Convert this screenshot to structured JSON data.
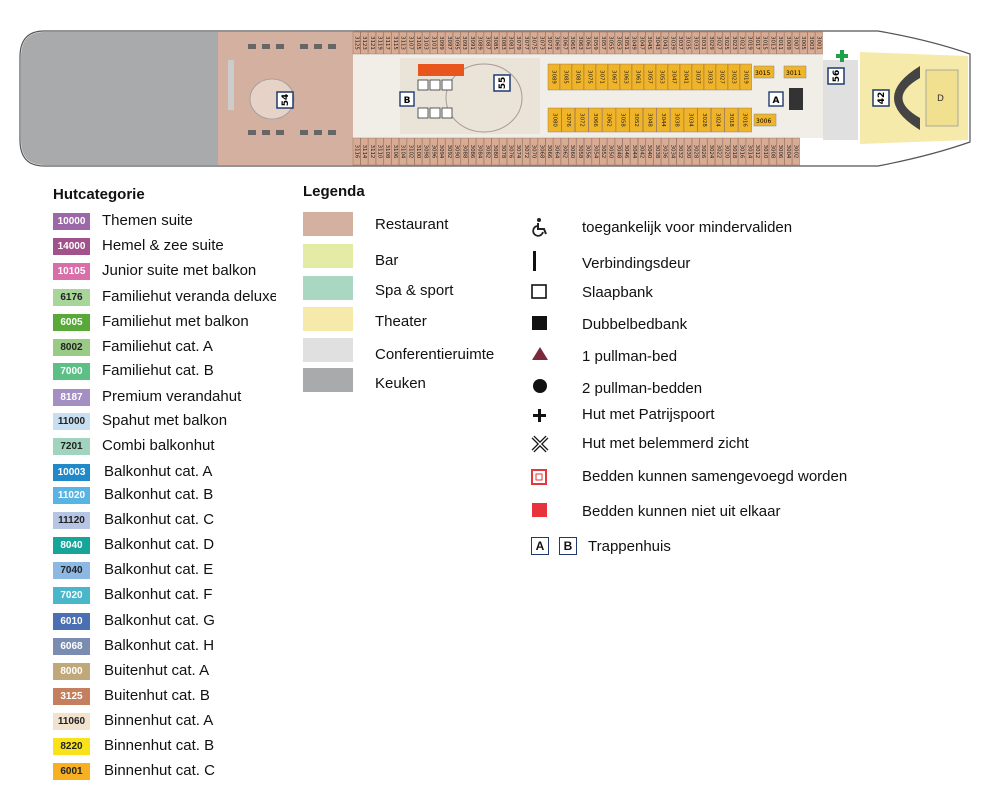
{
  "deck_plan": {
    "cabin_numbers_top": [
      "3125",
      "3123",
      "3121",
      "3119",
      "3117",
      "3115",
      "3113",
      "3107",
      "3105",
      "3103",
      "3101",
      "3099",
      "3097",
      "3095",
      "3093",
      "3091",
      "3089",
      "3087",
      "3085",
      "3083",
      "3081",
      "3079",
      "3077",
      "3075",
      "3073",
      "3071",
      "3069",
      "3067",
      "3065",
      "3063",
      "3061",
      "3059",
      "3057",
      "3055",
      "3053",
      "3051",
      "3049",
      "3047",
      "3045",
      "3043",
      "3041",
      "3039",
      "3037",
      "3035",
      "3033",
      "3031",
      "3029",
      "3027",
      "3025",
      "3023",
      "3021",
      "3019",
      "3017",
      "3015",
      "3013",
      "3011",
      "3009",
      "3007",
      "3005",
      "3003",
      "3001"
    ],
    "cabin_numbers_bottom": [
      "3116",
      "3114",
      "3112",
      "3110",
      "3108",
      "3106",
      "3104",
      "3102",
      "3100",
      "3098",
      "3096",
      "3094",
      "3092",
      "3090",
      "3088",
      "3086",
      "3084",
      "3082",
      "3080",
      "3078",
      "3076",
      "3074",
      "3072",
      "3070",
      "3068",
      "3066",
      "3064",
      "3062",
      "3060",
      "3058",
      "3056",
      "3054",
      "3052",
      "3050",
      "3048",
      "3046",
      "3044",
      "3042",
      "3040",
      "3038",
      "3036",
      "3034",
      "3032",
      "3030",
      "3028",
      "3026",
      "3024",
      "3022",
      "3020",
      "3018",
      "3016",
      "3014",
      "3012",
      "3010",
      "3008",
      "3006",
      "3004",
      "3002"
    ],
    "inner_row_top": [
      "3089",
      "3085",
      "3081",
      "3075",
      "3071",
      "3067",
      "3063",
      "3061",
      "3057",
      "3053",
      "3047",
      "3041",
      "3037",
      "3033",
      "3027",
      "3023",
      "3019"
    ],
    "inner_row_bottom": [
      "3080",
      "3076",
      "3072",
      "3066",
      "3062",
      "3058",
      "3052",
      "3048",
      "3044",
      "3038",
      "3034",
      "3028",
      "3024",
      "3018",
      "3016"
    ],
    "inner_small": [
      "3015",
      "3011",
      "3006"
    ],
    "areas": {
      "restaurant": "54",
      "bar": "55",
      "conference": "56",
      "theater": "42"
    },
    "stairs": {
      "a": "A",
      "b": "B"
    },
    "colors": {
      "hull": "#ffffff",
      "kitchen": "#a9aaac",
      "restaurant": "#d4b0a0",
      "theater": "#f6eaaa",
      "cabin_inner": "#f0b429",
      "cabin_outer": "#d9ab93",
      "stair": "#1e3a6e"
    }
  },
  "hutcategorie": {
    "title": "Hutcategorie",
    "items": [
      {
        "code": "10000",
        "label": "Themen suite",
        "color": "#9b69a8"
      },
      {
        "code": "14000",
        "label": "Hemel & zee suite",
        "color": "#a2528a"
      },
      {
        "code": "10105",
        "label": "Junior suite met balkon",
        "color": "#d86fa8"
      },
      {
        "code": "6176",
        "label": "Familiehut veranda deluxe",
        "color": "#a7d59a"
      },
      {
        "code": "6005",
        "label": "Familiehut met balkon",
        "color": "#58a83a"
      },
      {
        "code": "8002",
        "label": "Familiehut cat. A",
        "color": "#9acb86"
      },
      {
        "code": "7000",
        "label": "Familiehut cat. B",
        "color": "#5cbf86"
      },
      {
        "code": "8187",
        "label": "Premium verandahut",
        "color": "#a48fc3"
      },
      {
        "code": "11000",
        "label": "Spahut met balkon",
        "color": "#c8dff1"
      },
      {
        "code": "7201",
        "label": "Combi balkonhut",
        "color": "#a1d4bf"
      },
      {
        "code": "10003",
        "label": "Balkonhut cat. A",
        "color": "#2289c8"
      },
      {
        "code": "11020",
        "label": "Balkonhut cat. B",
        "color": "#5ab4e3"
      },
      {
        "code": "11120",
        "label": "Balkonhut cat. C",
        "color": "#b5c5e3"
      },
      {
        "code": "8040",
        "label": "Balkonhut cat. D",
        "color": "#17a59a"
      },
      {
        "code": "7040",
        "label": "Balkonhut cat. E",
        "color": "#8db8e3"
      },
      {
        "code": "7020",
        "label": "Balkonhut cat. F",
        "color": "#49b7c9"
      },
      {
        "code": "6010",
        "label": "Balkonhut cat. G",
        "color": "#4a6fb2"
      },
      {
        "code": "6068",
        "label": "Balkonhut cat. H",
        "color": "#7a8cb0"
      },
      {
        "code": "8000",
        "label": "Buitenhut cat. A",
        "color": "#c0a87a"
      },
      {
        "code": "3125",
        "label": "Buitenhut cat. B",
        "color": "#c47f5e"
      },
      {
        "code": "11060",
        "label": "Binnenhut cat. A",
        "color": "#f2e3cf"
      },
      {
        "code": "8220",
        "label": "Binnenhut cat. B",
        "color": "#f9e21a"
      },
      {
        "code": "6001",
        "label": "Binnenhut cat. C",
        "color": "#f6b021"
      }
    ]
  },
  "legenda": {
    "title": "Legenda",
    "areas": [
      {
        "label": "Restaurant",
        "color": "#d4b0a0"
      },
      {
        "label": "Bar",
        "color": "#e3eba5"
      },
      {
        "label": "Spa & sport",
        "color": "#a9d7c2"
      },
      {
        "label": "Theater",
        "color": "#f6eaaa"
      },
      {
        "label": "Conferentieruimte",
        "color": "#e0e0e0"
      },
      {
        "label": "Keuken",
        "color": "#a9aaac"
      }
    ],
    "symbols": [
      {
        "icon": "wheelchair-icon",
        "label": "toegankelijk voor mindervaliden"
      },
      {
        "icon": "connecting-door-icon",
        "label": "Verbindingsdeur"
      },
      {
        "icon": "sofa-bed-icon",
        "label": "Slaapbank"
      },
      {
        "icon": "double-sofa-bed-icon",
        "label": "Dubbelbedbank"
      },
      {
        "icon": "pullman-bed-icon",
        "label": "1 pullman-bed"
      },
      {
        "icon": "two-pullman-beds-icon",
        "label": "2 pullman-bedden"
      },
      {
        "icon": "porthole-icon",
        "label": "Hut met Patrijspoort"
      },
      {
        "icon": "obstructed-view-icon",
        "label": "Hut met belemmerd zicht"
      },
      {
        "icon": "beds-combinable-icon",
        "label": "Bedden kunnen samengevoegd worden"
      },
      {
        "icon": "beds-fixed-icon",
        "label": "Bedden kunnen niet uit elkaar"
      },
      {
        "icon": "stairwell-icon",
        "label": "Trappenhuis",
        "stairs": [
          "A",
          "B"
        ]
      }
    ]
  }
}
